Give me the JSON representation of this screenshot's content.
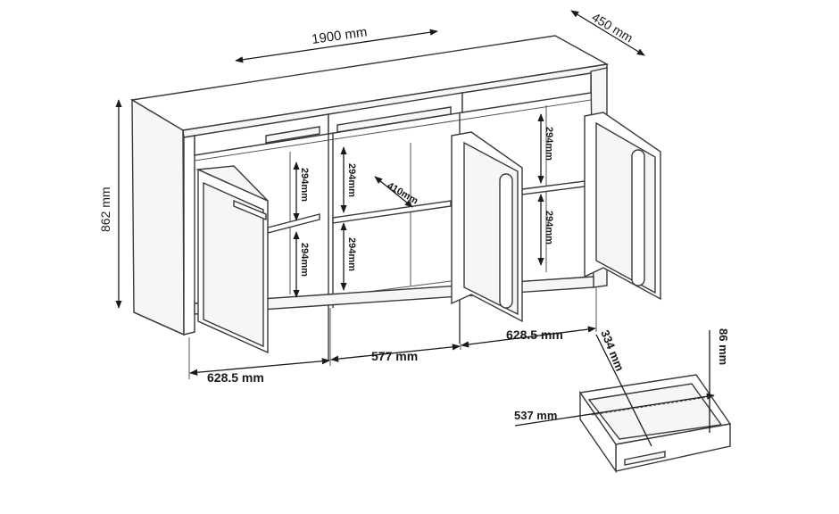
{
  "dimensions": {
    "width": "1900 mm",
    "depth": "450 mm",
    "height": "862 mm",
    "shelf_gap": "294mm",
    "inner_depth": "410mm",
    "section_left": "628.5 mm",
    "section_middle": "577 mm",
    "section_right": "628.5 mm",
    "drawer_depth": "334 mm",
    "drawer_height": "86 mm",
    "drawer_width": "537 mm"
  }
}
